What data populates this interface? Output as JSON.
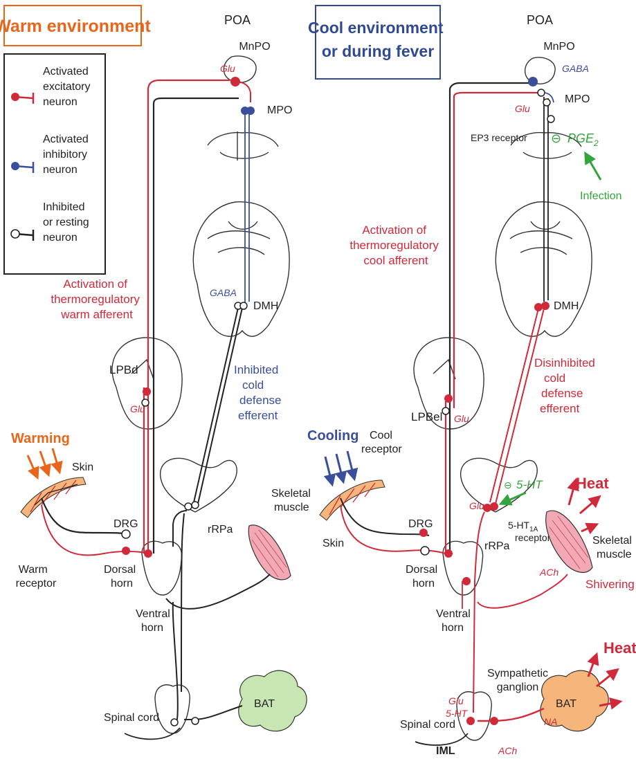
{
  "left_panel": {
    "title": "Warm environment",
    "legend": {
      "excitatory": [
        "Activated",
        "excitatory",
        "neuron"
      ],
      "inhibitory": [
        "Activated",
        "inhibitory",
        "neuron"
      ],
      "resting": [
        "Inhibited",
        "or resting",
        "neuron"
      ]
    },
    "poa": "POA",
    "mnpo": "MnPO",
    "mpo": "MPO",
    "glu_top": "Glu",
    "gaba_dmh": "GABA",
    "dmh": "DMH",
    "afferent": [
      "Activation of",
      "thermoregulatory",
      "warm afferent"
    ],
    "lpbd": "LPBd",
    "glu_lpb": "Glu",
    "efferent": [
      "Inhibited",
      "cold",
      "defense",
      "efferent"
    ],
    "warming": "Warming",
    "skin": "Skin",
    "drg": "DRG",
    "warm_receptor": [
      "Warm",
      "receptor"
    ],
    "dorsal_horn": [
      "Dorsal",
      "horn"
    ],
    "ventral_horn": [
      "Ventral",
      "horn"
    ],
    "rrpa": "rRPa",
    "skeletal_muscle": [
      "Skeletal",
      "muscle"
    ],
    "spinal_cord": "Spinal cord",
    "bat": "BAT"
  },
  "right_panel": {
    "title": [
      "Cool environment",
      "or during fever"
    ],
    "poa": "POA",
    "mnpo": "MnPO",
    "gaba": "GABA",
    "glu": "Glu",
    "mpo": "MPO",
    "ep3": "EP3 receptor",
    "minus": "⊖",
    "pge2": "PGE",
    "pge2_sub": "2",
    "infection": "Infection",
    "afferent": [
      "Activation of",
      "thermoregulatory",
      "cool afferent"
    ],
    "dmh": "DMH",
    "efferent": [
      "Disinhibited",
      "cold",
      "defense",
      "efferent"
    ],
    "lpbel": "LPBel",
    "glu_lpb": "Glu",
    "cooling": "Cooling",
    "cool_receptor": [
      "Cool",
      "receptor"
    ],
    "skin": "Skin",
    "drg": "DRG",
    "glu_rrpa": "Glu",
    "ht5": "5-HT",
    "ht1a": "5-HT",
    "ht1a_sub": "1A",
    "receptor": "receptor",
    "rrpa": "rRPa",
    "heat_muscle": "Heat",
    "skeletal_muscle": [
      "Skeletal",
      "muscle"
    ],
    "ach_muscle": "ACh",
    "shivering": "Shivering",
    "dorsal_horn": [
      "Dorsal",
      "horn"
    ],
    "ventral_horn": [
      "Ventral",
      "horn"
    ],
    "sympathetic": [
      "Sympathetic",
      "ganglion"
    ],
    "heat_bat": "Heat",
    "glu_iml": "Glu",
    "ht_iml": "5-HT",
    "bat": "BAT",
    "na": "NA",
    "spinal_cord": "Spinal cord",
    "iml": "IML",
    "ach_iml": "ACh"
  },
  "colors": {
    "excitatory": "#d02a3a",
    "inhibitory": "#3a4e9c",
    "resting": "#222222",
    "warm_title": "#e8651a",
    "cool_title": "#2f4a93",
    "infection": "#34a43c",
    "bat_warm": "#c8e6b4",
    "bat_cool": "#f6b57a",
    "muscle": "#f2a8b5"
  }
}
